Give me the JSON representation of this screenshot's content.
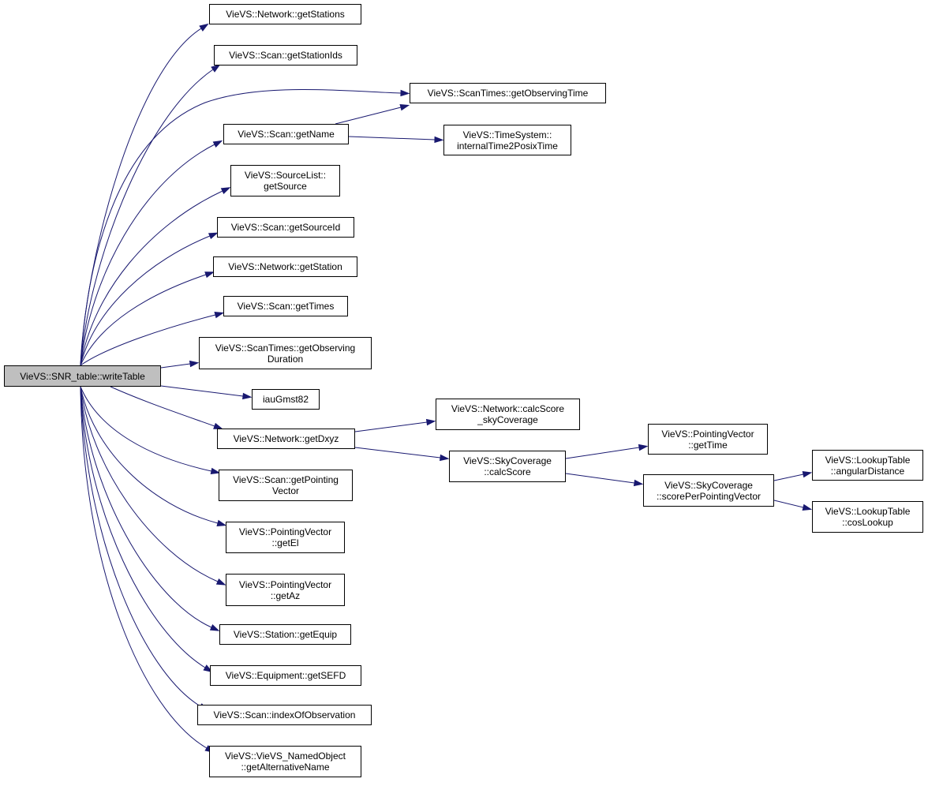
{
  "colors": {
    "edge": "#191970",
    "root_fill": "#bfbfbf",
    "node_fill": "#ffffff",
    "border": "#000000"
  },
  "nodes": {
    "root": {
      "lines": [
        "VieVS::SNR_table::writeTable"
      ]
    },
    "getStations": {
      "lines": [
        "VieVS::Network::getStations"
      ]
    },
    "getStationIds": {
      "lines": [
        "VieVS::Scan::getStationIds"
      ]
    },
    "getObsTime": {
      "lines": [
        "VieVS::ScanTimes::getObservingTime"
      ]
    },
    "getName": {
      "lines": [
        "VieVS::Scan::getName"
      ]
    },
    "internalTime": {
      "lines": [
        "VieVS::TimeSystem::",
        "internalTime2PosixTime"
      ]
    },
    "getSource": {
      "lines": [
        "VieVS::SourceList::",
        "getSource"
      ]
    },
    "getSourceId": {
      "lines": [
        "VieVS::Scan::getSourceId"
      ]
    },
    "getStation": {
      "lines": [
        "VieVS::Network::getStation"
      ]
    },
    "getTimes": {
      "lines": [
        "VieVS::Scan::getTimes"
      ]
    },
    "getObsDur": {
      "lines": [
        "VieVS::ScanTimes::getObserving",
        "Duration"
      ]
    },
    "iauGmst82": {
      "lines": [
        "iauGmst82"
      ]
    },
    "calcScoreSky": {
      "lines": [
        "VieVS::Network::calcScore",
        "_skyCoverage"
      ]
    },
    "getDxyz": {
      "lines": [
        "VieVS::Network::getDxyz"
      ]
    },
    "pvGetTime": {
      "lines": [
        "VieVS::PointingVector",
        "::getTime"
      ]
    },
    "skyCalcScore": {
      "lines": [
        "VieVS::SkyCoverage",
        "::calcScore"
      ]
    },
    "angularDist": {
      "lines": [
        "VieVS::LookupTable",
        "::angularDistance"
      ]
    },
    "scorePerPV": {
      "lines": [
        "VieVS::SkyCoverage",
        "::scorePerPointingVector"
      ]
    },
    "cosLookup": {
      "lines": [
        "VieVS::LookupTable",
        "::cosLookup"
      ]
    },
    "getPointingVec": {
      "lines": [
        "VieVS::Scan::getPointing",
        "Vector"
      ]
    },
    "getEl": {
      "lines": [
        "VieVS::PointingVector",
        "::getEl"
      ]
    },
    "getAz": {
      "lines": [
        "VieVS::PointingVector",
        "::getAz"
      ]
    },
    "getEquip": {
      "lines": [
        "VieVS::Station::getEquip"
      ]
    },
    "getSEFD": {
      "lines": [
        "VieVS::Equipment::getSEFD"
      ]
    },
    "indexOfObs": {
      "lines": [
        "VieVS::Scan::indexOfObservation"
      ]
    },
    "getAltName": {
      "lines": [
        "VieVS::VieVS_NamedObject",
        "::getAlternativeName"
      ]
    }
  }
}
